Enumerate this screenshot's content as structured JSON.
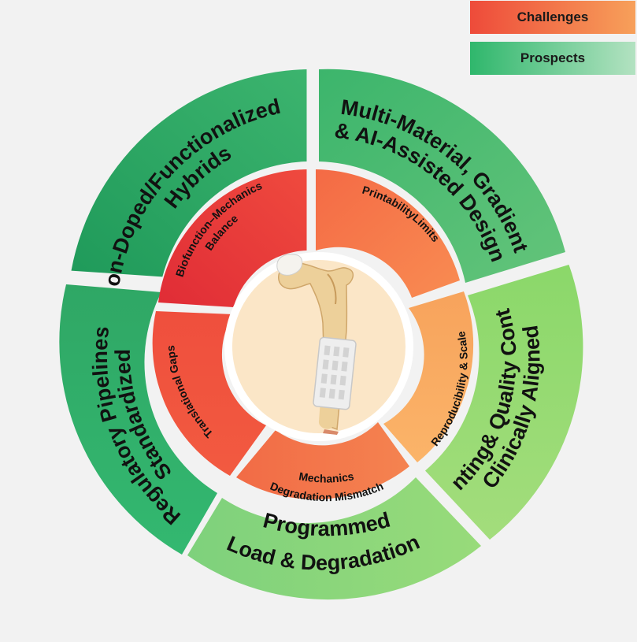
{
  "legend": {
    "challenges": "Challenges",
    "prospects": "Prospects"
  },
  "colors": {
    "challenge_red": "#e8383c",
    "challenge_orange": "#f7a35c",
    "prospect_dark_green": "#2fa765",
    "prospect_light_green": "#8fd873",
    "center_fill": "#fbe6c7",
    "background": "#f2f2f2"
  },
  "center": {
    "icon": "femur-bone-with-scaffold-icon"
  },
  "prospects": {
    "ion_doped": {
      "line1": "Ion-Doped/Functionalized",
      "line2": "Hybrids"
    },
    "multi_material": {
      "line1": "Multi-Material, Gradient",
      "line2": "& AI-Assisted Design"
    },
    "clinically_aligned": {
      "line1": "Clinically Aligned",
      "line2": "Printing& Quality Control"
    },
    "programmed_load": {
      "line1": "Programmed",
      "line2": "Load & Degradation"
    },
    "standardized": {
      "line1": "Standardized",
      "line2": "Regulatory Pipelines"
    }
  },
  "challenges": {
    "biofunction": {
      "line1": "Biofunction–Mechanics",
      "line2": "Balance"
    },
    "printability": {
      "line1": "PrintabilityLimits"
    },
    "reproducibility": {
      "line1": "Reproducibility & Scale"
    },
    "mechanics": {
      "line1": "Mechanics",
      "line2": "Degradation Mismatch"
    },
    "translational": {
      "line1": "Translational Gaps"
    }
  }
}
